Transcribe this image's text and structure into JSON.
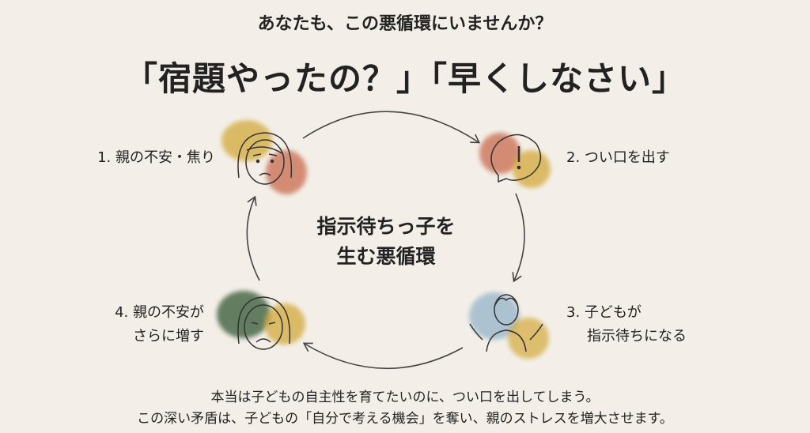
{
  "header": {
    "subtitle": "あなたも、この悪循環にいませんか？",
    "title": "「宿題やったの？」「早くしなさい」"
  },
  "cycle": {
    "center_line1": "指示待ちっ子を",
    "center_line2": "生む悪循環",
    "steps": [
      {
        "label_line1": "1. 親の不安・焦り",
        "icon": "worried-parent-icon"
      },
      {
        "label_line1": "2. つい口を出す",
        "icon": "speech-exclamation-icon"
      },
      {
        "label_line1": "3. 子どもが",
        "label_line2": "指示待ちになる",
        "icon": "shrugging-child-icon"
      },
      {
        "label_line1": "4. 親の不安が",
        "label_line2": "さらに増す",
        "icon": "distressed-parent-icon"
      }
    ],
    "colors": {
      "mustard": "#d4a93a",
      "terracotta": "#c96a4e",
      "green": "#4a6a48",
      "blue": "#8fb0c8",
      "line": "#444444"
    }
  },
  "footer": {
    "line1": "本当は子どもの自主性を育てたいのに、つい口を出してしまう。",
    "line2": "この深い矛盾は、子どもの「自分で考える機会」を奪い、親のストレスを増大させます。"
  }
}
